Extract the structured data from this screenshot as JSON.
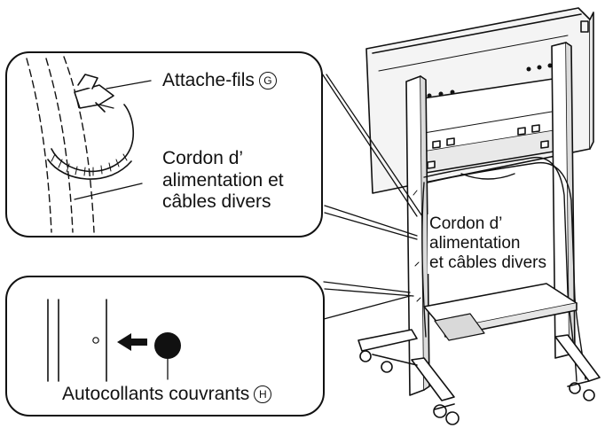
{
  "labels": {
    "cable_tie": "Attache-fils",
    "cable_tie_ref": "G",
    "power_cord_top": [
      "Cordon d’",
      "alimentation et",
      "câbles divers"
    ],
    "power_cord_stand": [
      "Cordon d’",
      "alimentation",
      "et câbles divers"
    ],
    "cover_stickers": "Autocollants couvrants",
    "cover_stickers_ref": "H"
  },
  "colors": {
    "line": "#111111",
    "fill_light": "#f4f4f4",
    "fill_mid": "#d9d9d9",
    "background": "#ffffff"
  },
  "icons": [
    "arrow-left-icon",
    "cover-sticker-dot-icon",
    "screw-hole-icon"
  ]
}
